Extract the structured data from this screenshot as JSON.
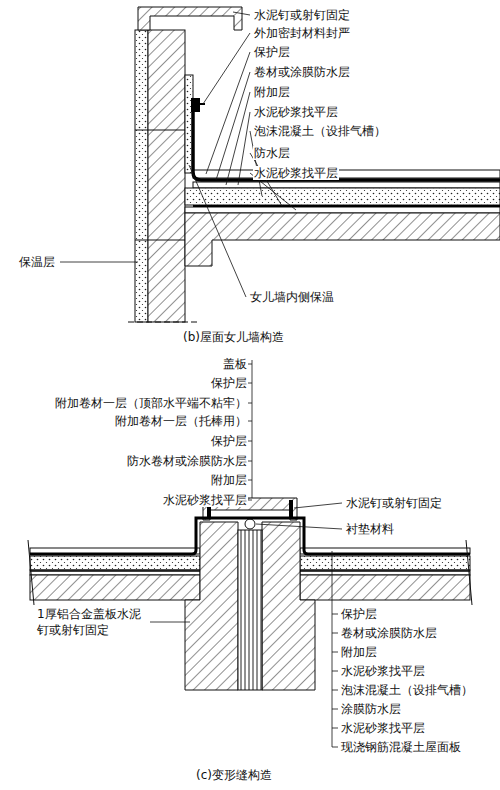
{
  "diagram": {
    "labels": [
      "水泥钉或射钉固定",
      "外加密封材料封严",
      "保护层",
      "卷材或涂膜防水层",
      "附加层",
      "水泥砂浆找平层",
      "泡沫混凝土（设排气槽）",
      "防水层",
      "水泥砂浆找平层",
      "保温层",
      "女儿墙内侧保温",
      "(b)屋面女儿墙构造",
      "盖板",
      "保护层",
      "附加卷材一层（顶部水平端不粘牢）",
      "附加卷材一层（托棒用）",
      "保护层",
      "防水卷材或涂膜防水层",
      "附加层",
      "水泥砂浆找平层",
      "水泥钉或射钉固定",
      "衬垫材料",
      "保护层",
      "卷材或涂膜防水层",
      "附加层",
      "水泥砂浆找平层",
      "泡沫混凝土（设排气槽）",
      "涂膜防水层",
      "水泥砂浆找平层",
      "现浇钢筋混凝土屋面板",
      "1厚铝合金盖板水泥钉或射钉固定",
      "(c)变形缝构造"
    ]
  }
}
